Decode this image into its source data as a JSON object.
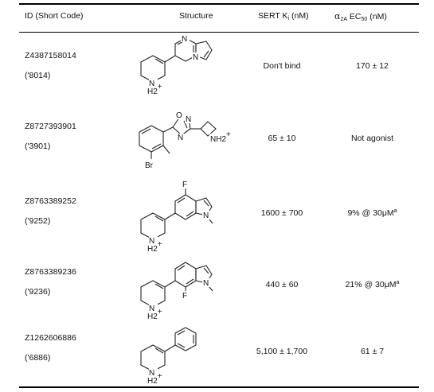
{
  "headers": {
    "id": "ID (Short Code)",
    "structure": "Structure",
    "sert_prefix": "SERT K",
    "sert_sub": "i",
    "sert_suffix": " (nM)",
    "a2a_alpha": "α",
    "a2a_sub1": "2A",
    "a2a_mid": " EC",
    "a2a_sub2": "50",
    "a2a_suffix": " (nM)"
  },
  "rows": [
    {
      "id": "Z4387158014",
      "short": "('8014)",
      "sert": "Don't bind",
      "a2a": "170 ± 12",
      "a2a_sup": ""
    },
    {
      "id": "Z8727393901",
      "short": "('3901)",
      "sert": "65 ± 10",
      "a2a": "Not agonist",
      "a2a_sup": ""
    },
    {
      "id": "Z8763389252",
      "short": "('9252)",
      "sert": "1600 ± 700",
      "a2a": "9% @ 30μM",
      "a2a_sup": "a"
    },
    {
      "id": "Z8763389236",
      "short": "('9236)",
      "sert": "440 ± 60",
      "a2a": "21% @ 30μM",
      "a2a_sup": "a"
    },
    {
      "id": "Z1262606886",
      "short": "('6886)",
      "sert": "5,100 ± 1,700",
      "a2a": "61 ± 7",
      "a2a_sup": ""
    }
  ],
  "atoms": {
    "n": "N",
    "o": "O",
    "f": "F",
    "br": "Br",
    "nh2": "NH",
    "h2": "H",
    "two": "2",
    "plus": "+"
  }
}
